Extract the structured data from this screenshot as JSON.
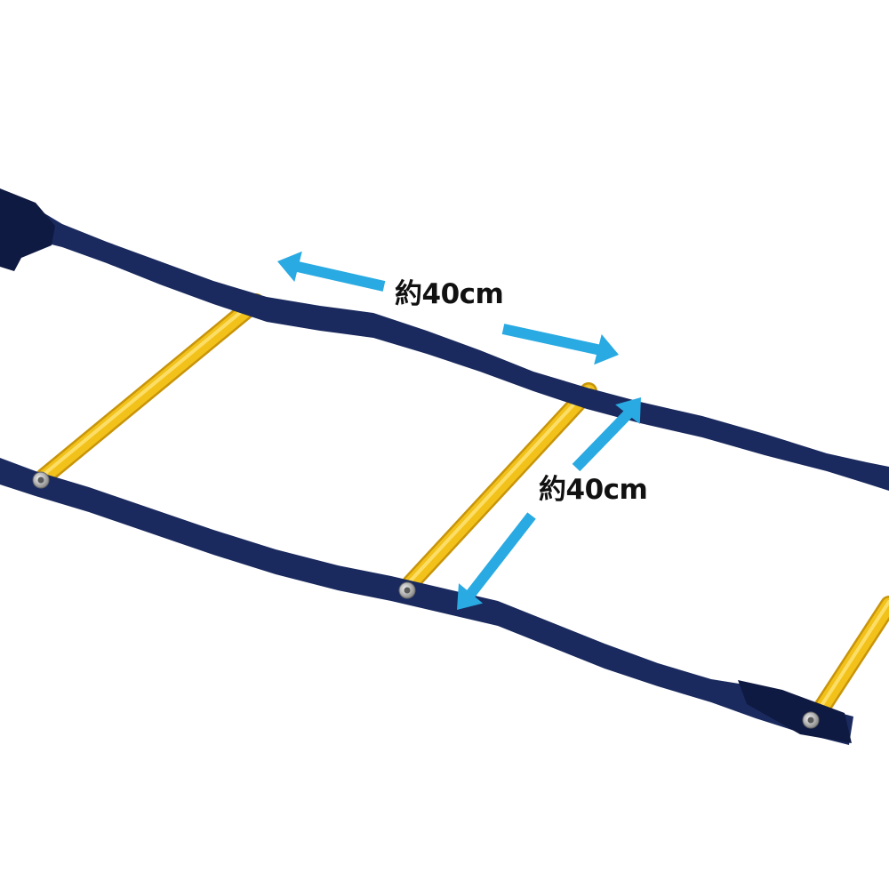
{
  "product": {
    "name": "agility-ladder"
  },
  "colors": {
    "background": "#ffffff",
    "strap": "#1a2a5e",
    "strap_dark": "#0f1a42",
    "rung": "#f2c21b",
    "rung_edge": "#c8940a",
    "rivet": "#c9c9c9",
    "arrow": "#29aae2",
    "label": "#111111"
  },
  "dimensions": {
    "rung_spacing": {
      "label": "約40cm",
      "icon": "double-arrow-icon"
    },
    "ladder_width": {
      "label": "約40cm",
      "icon": "double-arrow-icon"
    }
  }
}
